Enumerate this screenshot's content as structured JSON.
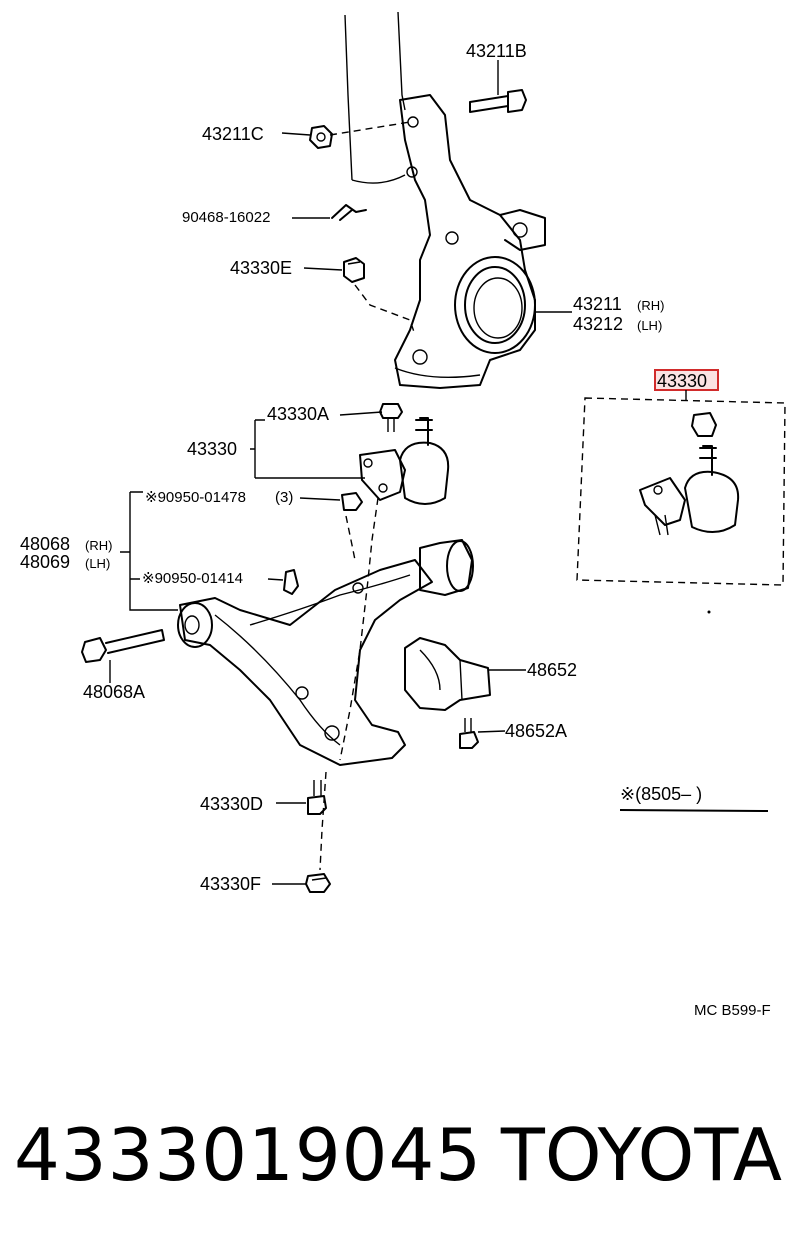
{
  "labels": {
    "bolt_43211b": "43211B",
    "nut_43211c": "43211C",
    "pin_90468": "90468-16022",
    "nut_43330e": "43330E",
    "knuckle_rh_no": "43211",
    "knuckle_rh_side": "(RH)",
    "knuckle_lh_no": "43212",
    "knuckle_lh_side": "(LH)",
    "bolt_43330a": "43330A",
    "balljoint_43330": "43330",
    "highlight_43330": "43330",
    "nut_90950_01478": "※90950-01478",
    "nut_90950_01478_qty": "(3)",
    "arm_rh_no": "48068",
    "arm_rh_side": "(RH)",
    "arm_lh_no": "48069",
    "arm_lh_side": "(LH)",
    "grommet_90950_01414": "※90950-01414",
    "bolt_48068a": "48068A",
    "bracket_48652": "48652",
    "bolt_48652a": "48652A",
    "bolt_43330d": "43330D",
    "nut_43330f": "43330F",
    "note_8505": "※(8505–        )",
    "ref_code": "MC  B599-F"
  },
  "footer": {
    "part_number": "4333019045",
    "brand": "TOYOTA"
  },
  "colors": {
    "highlight_border": "#d12b2b",
    "highlight_fill": "#fbe3e3",
    "line": "#000000"
  }
}
